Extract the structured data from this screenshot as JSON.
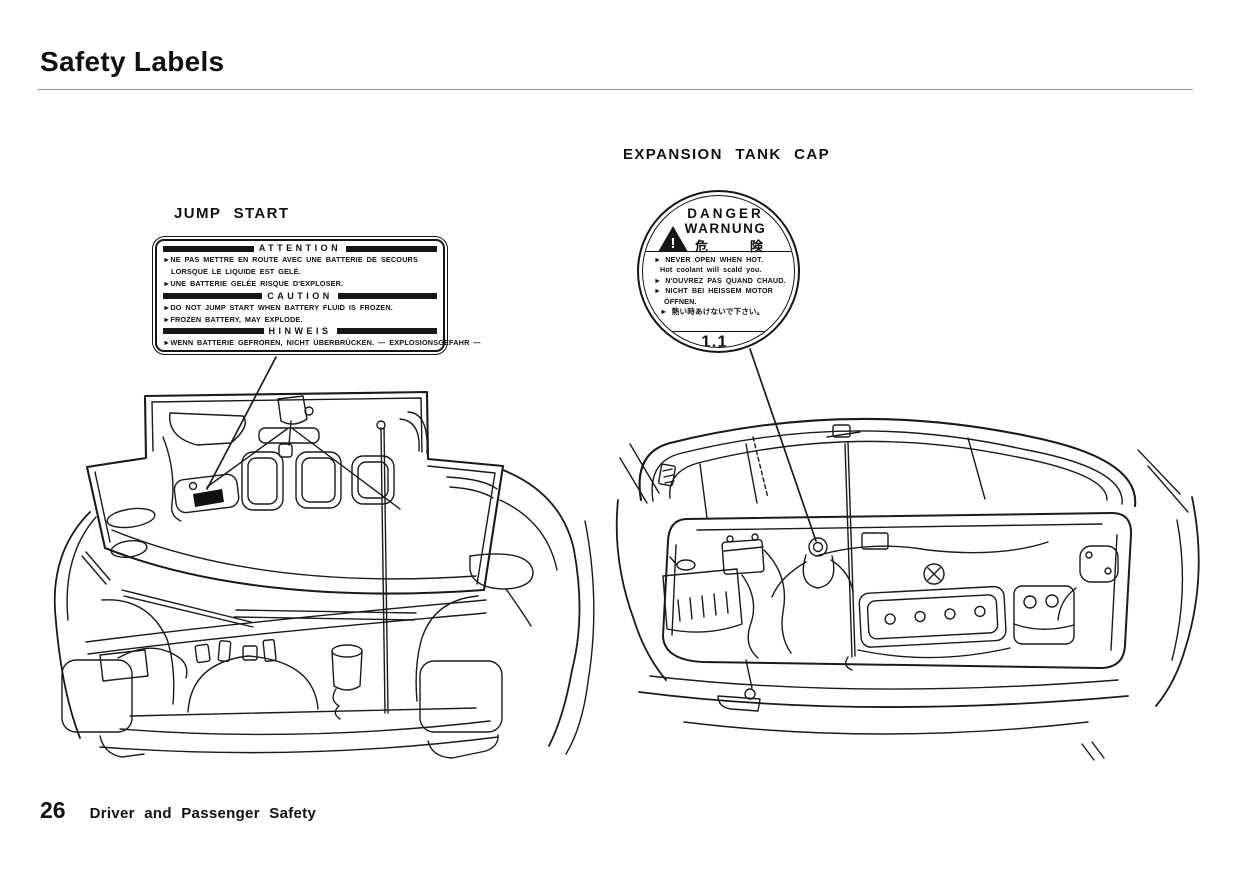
{
  "page": {
    "title": "Safety Labels",
    "page_number": "26",
    "footer_text": "Driver and Passenger Safety"
  },
  "jump_start": {
    "heading": "JUMP START",
    "label": {
      "sections": [
        {
          "header": "ATTENTION",
          "lines": [
            "►NE PAS METTRE EN ROUTE AVEC UNE BATTERIE DE SECOURS",
            "LORSQUE LE LIQUIDE EST GELÉ.",
            "►UNE BATTERIE GELÉE RISQUE D'EXPLOSER."
          ]
        },
        {
          "header": "CAUTION",
          "lines": [
            "►DO NOT JUMP START WHEN BATTERY FLUID IS FROZEN.",
            "►FROZEN BATTERY, MAY EXPLODE."
          ]
        },
        {
          "header": "HINWEIS",
          "lines": [
            "►WENN BATTERIE GEFROREN, NICHT ÜBERBRÜCKEN. — EXPLOSIONSGEFAHR —"
          ]
        }
      ]
    }
  },
  "expansion_tank": {
    "heading": "EXPANSION TANK CAP",
    "label": {
      "title_line1": "DANGER",
      "title_line2": "WARNUNG",
      "kanji_left": "危",
      "kanji_right": "険",
      "warning_mark": "!",
      "lines": [
        "► NEVER OPEN WHEN HOT.",
        "Hot coolant will scald you.",
        "► N'OUVREZ PAS QUAND CHAUD.",
        "► NICHT BEI HEISSEM MOTOR",
        "ÖFFNEN.",
        "► 熱い時あけないで下さい。"
      ],
      "torque_value": "1.1"
    }
  },
  "colors": {
    "ink": "#1a1a1a",
    "rule_gray": "#8f8f8f"
  }
}
